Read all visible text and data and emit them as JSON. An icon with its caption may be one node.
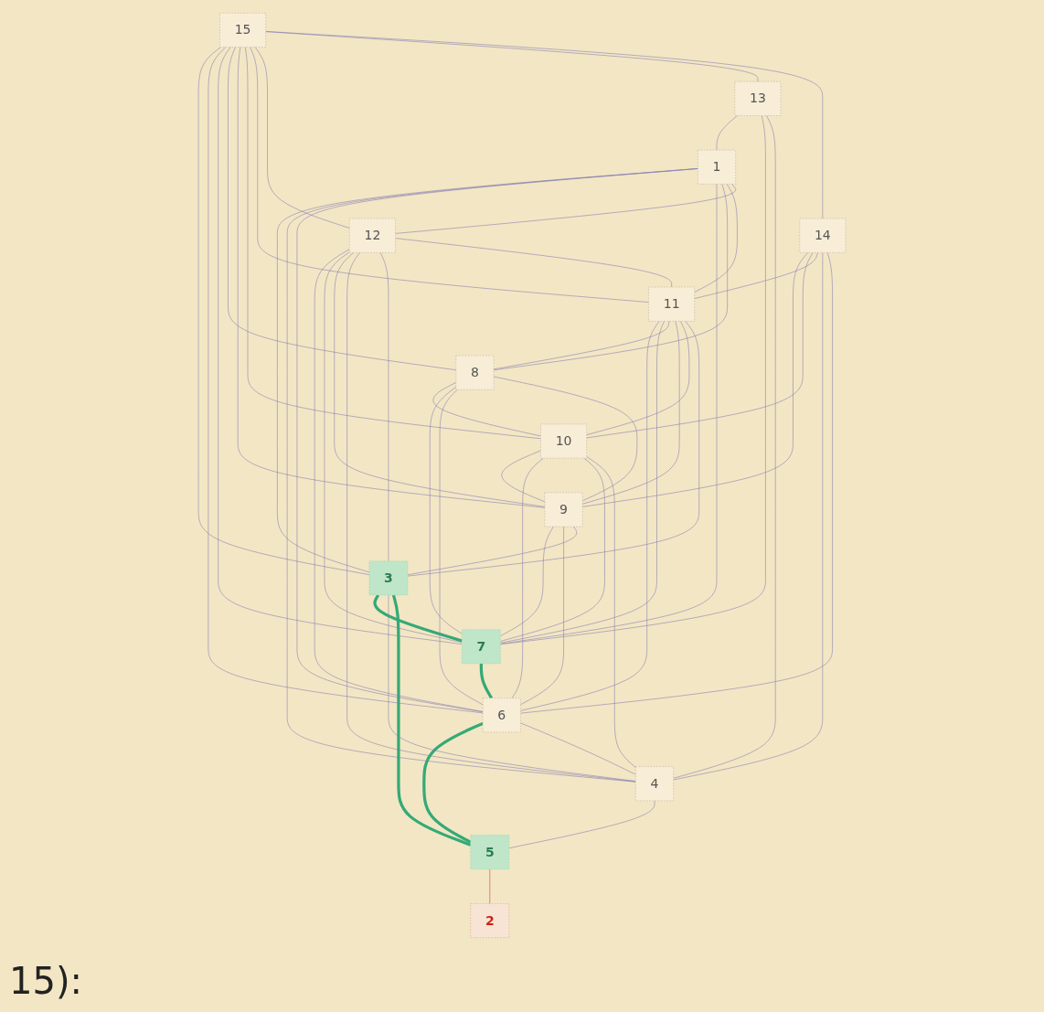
{
  "diagram": {
    "nodes": [
      {
        "text": [
          "1"
        ]
      },
      {
        "text": [
          "2"
        ]
      },
      {
        "text": [
          "3"
        ]
      },
      {
        "text": [
          "4"
        ]
      },
      {
        "text": [
          "5"
        ]
      },
      {
        "text": [
          "6"
        ]
      },
      {
        "text": [
          "7"
        ]
      },
      {
        "text": [
          "8"
        ]
      },
      {
        "text": [
          "9"
        ]
      },
      {
        "text": [
          "10"
        ]
      },
      {
        "text": [
          "11"
        ]
      },
      {
        "text": [
          "12"
        ]
      },
      {
        "text": [
          "13"
        ]
      },
      {
        "text": [
          "14"
        ]
      },
      {
        "text": [
          "15"
        ]
      }
    ],
    "edges": [
      {
        "from": 6,
        "to": 5,
        "arrow": "none",
        "style": "thick",
        "color": "#33aa77"
      },
      {
        "from": 5,
        "to": 4,
        "arrow": "none",
        "style": "thick",
        "color": "#33aa77"
      },
      {
        "from": 4,
        "to": 2,
        "arrow": "none",
        "style": "thick",
        "color": "#33aa77"
      },
      {
        "from": 2,
        "to": 6,
        "arrow": "none",
        "style": "thick",
        "color": "#33aa77"
      },
      {
        "from": 4,
        "to": 1,
        "arrow": "none",
        "color": "#cc3322"
      },
      {
        "from": 0,
        "to": 2,
        "arrow": "none"
      },
      {
        "from": 0,
        "to": 3,
        "arrow": "none"
      },
      {
        "from": 0,
        "to": 5,
        "arrow": "none"
      },
      {
        "from": 0,
        "to": 6,
        "arrow": "none"
      },
      {
        "from": 0,
        "to": 7,
        "arrow": "none"
      },
      {
        "from": 0,
        "to": 10,
        "arrow": "none"
      },
      {
        "from": 0,
        "to": 11,
        "arrow": "none"
      },
      {
        "from": 12,
        "to": 0,
        "arrow": "none"
      },
      {
        "from": 14,
        "to": 2,
        "arrow": "none"
      },
      {
        "from": 14,
        "to": 5,
        "arrow": "none"
      },
      {
        "from": 14,
        "to": 6,
        "arrow": "none"
      },
      {
        "from": 14,
        "to": 7,
        "arrow": "none"
      },
      {
        "from": 14,
        "to": 8,
        "arrow": "none"
      },
      {
        "from": 14,
        "to": 9,
        "arrow": "none"
      },
      {
        "from": 14,
        "to": 10,
        "arrow": "none"
      },
      {
        "from": 14,
        "to": 11,
        "arrow": "none"
      },
      {
        "from": 14,
        "to": 12,
        "arrow": "none"
      },
      {
        "from": 14,
        "to": 13,
        "arrow": "none"
      },
      {
        "from": 13,
        "to": 8,
        "arrow": "none"
      },
      {
        "from": 13,
        "to": 9,
        "arrow": "none"
      },
      {
        "from": 13,
        "to": 10,
        "arrow": "none"
      },
      {
        "from": 13,
        "to": 3,
        "arrow": "none"
      },
      {
        "from": 13,
        "to": 5,
        "arrow": "none"
      },
      {
        "from": 12,
        "to": 6,
        "arrow": "none"
      },
      {
        "from": 12,
        "to": 3,
        "arrow": "none"
      },
      {
        "from": 11,
        "to": 5,
        "arrow": "none"
      },
      {
        "from": 11,
        "to": 6,
        "arrow": "none"
      },
      {
        "from": 11,
        "to": 8,
        "arrow": "none"
      },
      {
        "from": 11,
        "to": 3,
        "arrow": "none"
      },
      {
        "from": 11,
        "to": 2,
        "arrow": "none"
      },
      {
        "from": 11,
        "to": 10,
        "arrow": "none"
      },
      {
        "from": 10,
        "to": 5,
        "arrow": "none"
      },
      {
        "from": 10,
        "to": 6,
        "arrow": "none"
      },
      {
        "from": 10,
        "to": 7,
        "arrow": "none"
      },
      {
        "from": 10,
        "to": 8,
        "arrow": "none"
      },
      {
        "from": 10,
        "to": 9,
        "arrow": "none"
      },
      {
        "from": 10,
        "to": 2,
        "arrow": "none"
      },
      {
        "from": 7,
        "to": 9,
        "arrow": "none"
      },
      {
        "from": 9,
        "to": 8,
        "arrow": "none"
      },
      {
        "from": 9,
        "to": 5,
        "arrow": "none"
      },
      {
        "from": 9,
        "to": 6,
        "arrow": "none"
      },
      {
        "from": 9,
        "to": 3,
        "arrow": "none"
      },
      {
        "from": 8,
        "to": 7,
        "arrow": "none"
      },
      {
        "from": 8,
        "to": 6,
        "arrow": "none"
      },
      {
        "from": 8,
        "to": 5,
        "arrow": "none"
      },
      {
        "from": 8,
        "to": 2,
        "arrow": "none"
      },
      {
        "from": 7,
        "to": 6,
        "arrow": "none"
      },
      {
        "from": 7,
        "to": 5,
        "arrow": "none"
      },
      {
        "from": 5,
        "to": 3,
        "arrow": "none"
      },
      {
        "from": 2,
        "to": 3,
        "arrow": "none"
      },
      {
        "from": 3,
        "to": 4,
        "arrow": "none"
      }
    ],
    "labels": [
      "15):"
    ]
  }
}
